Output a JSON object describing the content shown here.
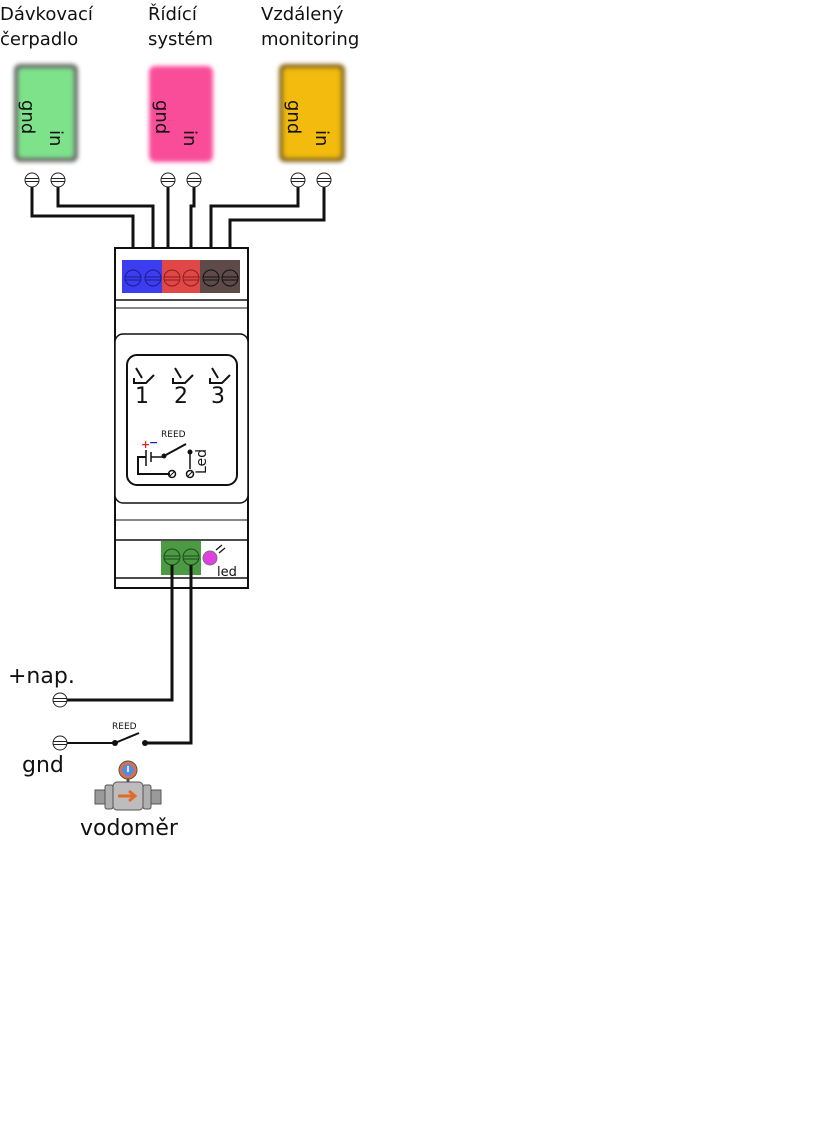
{
  "devices": [
    {
      "line1": "Dávkovací",
      "line2": "čerpadlo",
      "pin_gnd": "gnd",
      "pin_in": "in",
      "color": "#7ee28a"
    },
    {
      "line1": "Řídící",
      "line2": "systém",
      "pin_gnd": "gnd",
      "pin_in": "in",
      "color": "#f94d9a"
    },
    {
      "line1": "Vzdálený",
      "line2": "monitoring",
      "pin_gnd": "gnd",
      "pin_in": "in",
      "color": "#f2bb0a"
    }
  ],
  "module": {
    "terminal_colors": [
      "#3d3df0",
      "#e04848",
      "#5e4a48"
    ],
    "outputs": [
      "1",
      "2",
      "3"
    ],
    "reed_label": "REED",
    "led_vertical_label": "Led",
    "led_label": "led",
    "led_color": "#e040e0",
    "bottom_terminal_color": "#4c9a44"
  },
  "supply": {
    "plus_label": "+nap.",
    "gnd_label": "gnd",
    "reed_label": "REED"
  },
  "meter": {
    "label": "vodoměr"
  }
}
